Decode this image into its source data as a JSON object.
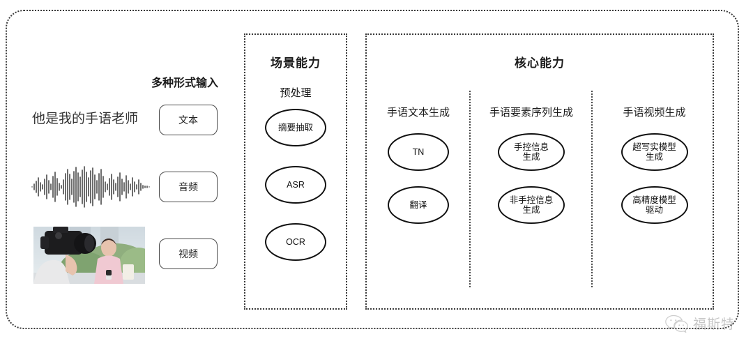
{
  "diagram": {
    "input_section": {
      "heading": "多种形式输入",
      "sentence": "他是我的手语老师",
      "modalities": [
        {
          "label": "文本",
          "icon": "text-icon"
        },
        {
          "label": "音频",
          "icon": "waveform-icon"
        },
        {
          "label": "视频",
          "icon": "video-thumbnail-icon"
        }
      ]
    },
    "scene_panel": {
      "title": "场景能力",
      "subtitle": "预处理",
      "nodes": [
        "摘要抽取",
        "ASR",
        "OCR"
      ]
    },
    "core_panel": {
      "title": "核心能力",
      "columns": [
        {
          "label": "手语文本生成",
          "nodes": [
            "TN",
            "翻译"
          ]
        },
        {
          "label": "手语要素序列生成",
          "nodes": [
            "手控信息\n生成",
            "非手控信息\n生成"
          ]
        },
        {
          "label": "手语视频生成",
          "nodes": [
            "超写实模型\n生成",
            "高精度模型\n驱动"
          ]
        }
      ]
    },
    "watermark": {
      "text": "福斯特",
      "icon": "wechat-icon"
    },
    "colors": {
      "stroke": "#3a3a3a",
      "node_stroke": "#111111",
      "text": "#1b1b1b",
      "background": "#ffffff",
      "watermark": "#777777"
    }
  }
}
